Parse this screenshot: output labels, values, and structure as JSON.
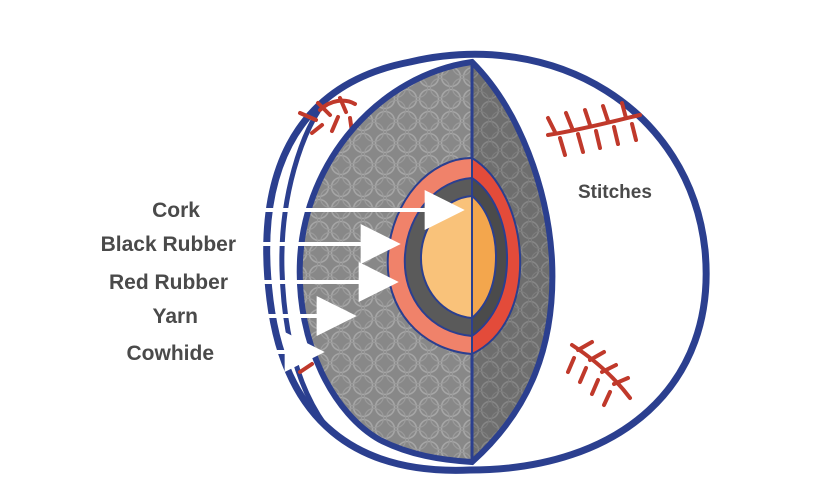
{
  "diagram": {
    "labels": {
      "cork": "Cork",
      "black_rubber": "Black Rubber",
      "red_rubber": "Red Rubber",
      "yarn": "Yarn",
      "cowhide": "Cowhide",
      "stitches": "Stitches"
    },
    "colors": {
      "outline": "#2b3f8f",
      "yarn_left": "#8a8a8a",
      "yarn_right": "#6f6f6f",
      "red_rubber": "#f0826a",
      "red_rubber_dark": "#e34b3a",
      "black_rubber": "#5a5a5a",
      "black_rubber_dark": "#4b4b4b",
      "cork": "#f9c27a",
      "cork_dark": "#f3a64d",
      "stitch": "#c0392b",
      "label_text": "#4a4a4a",
      "arrow": "#ffffff"
    }
  }
}
